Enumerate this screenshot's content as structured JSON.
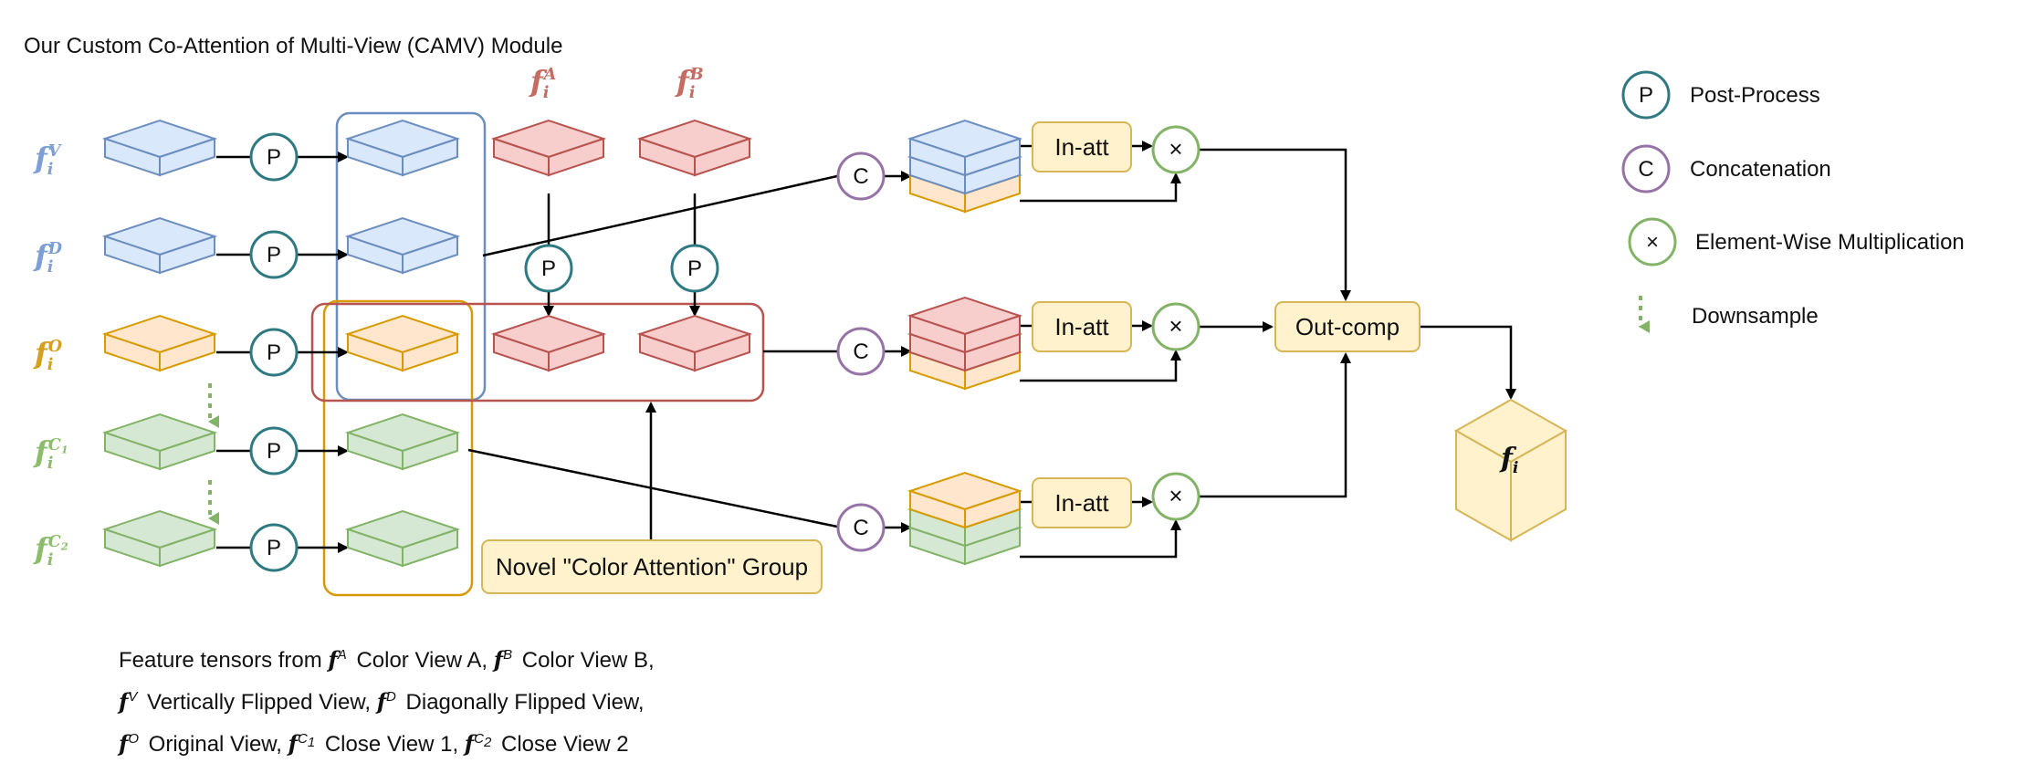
{
  "title": "Our Custom Co-Attention of Multi-View (CAMV) Module",
  "colors": {
    "blue_fill": "#dae8fc",
    "blue_stroke": "#6c8ebf",
    "red_fill": "#f8cecc",
    "red_stroke": "#b85450",
    "orange_fill": "#ffe6cc",
    "orange_stroke": "#d79b00",
    "green_fill": "#d5e8d4",
    "green_stroke": "#82b366",
    "yellow_fill": "#fff2cc",
    "yellow_stroke": "#d6b656",
    "p_stroke": "#2f7a82",
    "c_stroke": "#9673a6",
    "x_stroke": "#82b366",
    "blue_label": "#7e9fd4",
    "orange_label": "#d4a020",
    "green_label": "#8cbd6c",
    "red_label": "#c46b62"
  },
  "rows": [
    {
      "sup": "V",
      "color": "blue"
    },
    {
      "sup": "D",
      "color": "blue"
    },
    {
      "sup": "O",
      "color": "orange"
    },
    {
      "sup": "C1",
      "color": "green"
    },
    {
      "sup": "C2",
      "color": "green"
    }
  ],
  "color_views": [
    {
      "sup": "A"
    },
    {
      "sup": "B"
    }
  ],
  "symbols": {
    "base": "f",
    "sub": "i",
    "p": "P",
    "c": "C",
    "x": "×"
  },
  "nodes": {
    "in_att": "In-att",
    "out_comp": "Out-comp",
    "color_attention": "Novel \"Color Attention\" Group",
    "output": "f",
    "output_sub": "i"
  },
  "legend": [
    {
      "symbol": "P",
      "label": "Post-Process",
      "kind": "p"
    },
    {
      "symbol": "C",
      "label": "Concatenation",
      "kind": "c"
    },
    {
      "symbol": "×",
      "label": "Element-Wise Multiplication",
      "kind": "x"
    },
    {
      "symbol": "",
      "label": "Downsample",
      "kind": "down"
    }
  ],
  "caption": {
    "l1a": "Feature tensors from",
    "l1b": "Color View A,",
    "l1c": "Color View B,",
    "l2a": "Vertically Flipped View,",
    "l2b": "Diagonally Flipped View,",
    "l3a": "Original View,",
    "l3b": "Close View 1,",
    "l3c": "Close View 2",
    "sym": {
      "A": "A",
      "B": "B",
      "V": "V",
      "D": "D",
      "O": "O",
      "C1": "C",
      "C2": "C",
      "n1": "1",
      "n2": "2"
    }
  }
}
